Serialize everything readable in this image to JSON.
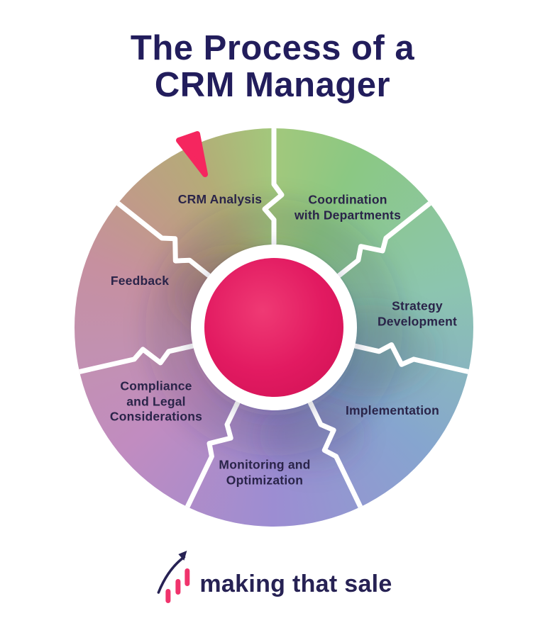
{
  "title": {
    "text": "The Process of a\nCRM Manager",
    "color": "#221d5c"
  },
  "wheel": {
    "segments": [
      {
        "id": "crm-analysis",
        "label": "CRM Analysis",
        "color": "#b4ac77"
      },
      {
        "id": "coordination-with-departments",
        "label": "Coordination\nwith Departments",
        "color": "#8bc883"
      },
      {
        "id": "strategy-development",
        "label": "Strategy\nDevelopment",
        "color": "#8cc5af"
      },
      {
        "id": "implementation",
        "label": "Implementation",
        "color": "#86a5cf"
      },
      {
        "id": "monitoring-and-optimization",
        "label": "Monitoring and\nOptimization",
        "color": "#9c8dd2"
      },
      {
        "id": "compliance-and-legal-considerations",
        "label": "Compliance\nand Legal\nConsiderations",
        "color": "#c18cc0"
      },
      {
        "id": "feedback",
        "label": "Feedback",
        "color": "#c6909f"
      }
    ],
    "gradient_stops": [
      {
        "angle": 0,
        "color": "#a2c87c"
      },
      {
        "angle": 26,
        "color": "#8bc883"
      },
      {
        "angle": 77,
        "color": "#8cc5af"
      },
      {
        "angle": 129,
        "color": "#86a5cf"
      },
      {
        "angle": 180,
        "color": "#9c8dd2"
      },
      {
        "angle": 231,
        "color": "#c18cc0"
      },
      {
        "angle": 262,
        "color": "#c291b1"
      },
      {
        "angle": 290,
        "color": "#c6909f"
      },
      {
        "angle": 312,
        "color": "#c09b88"
      },
      {
        "angle": 336,
        "color": "#b4ac77"
      },
      {
        "angle": 360,
        "color": "#a2c87c"
      }
    ],
    "divider_color": "#ffffff",
    "ring_color": "#ffffff",
    "core_gradient": [
      "#ef3a74",
      "#e21a61",
      "#d11255"
    ],
    "marker_color": "#f5265f",
    "label_color": "#2a2449"
  },
  "footer": {
    "brand": "making that sale",
    "bar_color": "#f0336c",
    "arrow_color": "#272254",
    "text_color": "#272254"
  }
}
